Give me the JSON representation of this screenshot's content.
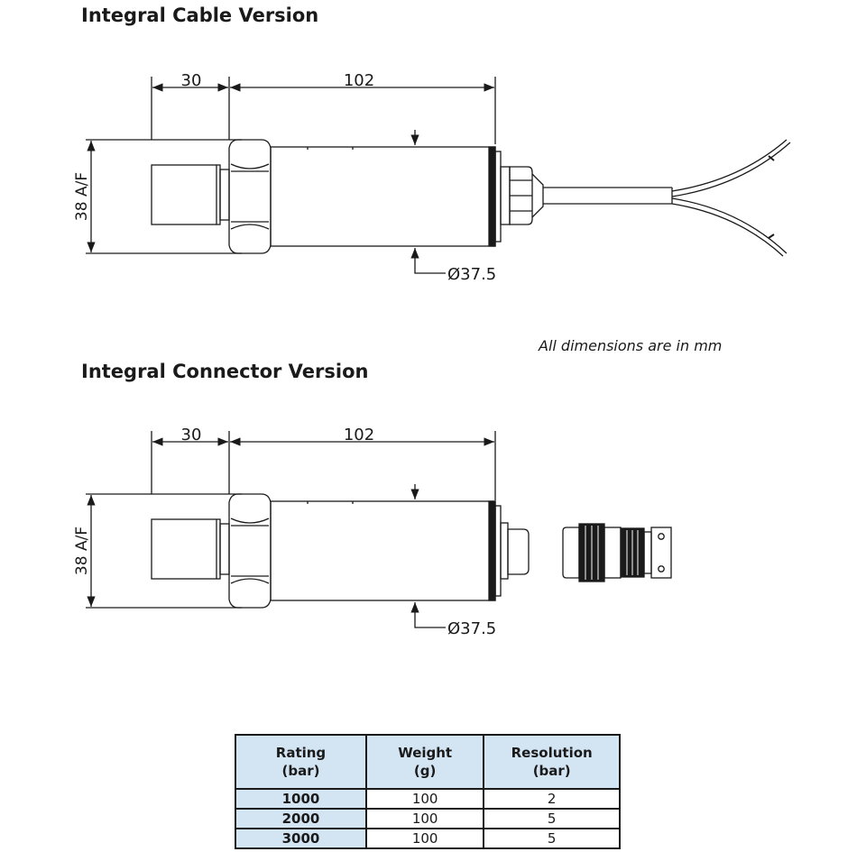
{
  "cable_version": {
    "title": "Integral Cable Version",
    "dim_port_length": "30",
    "dim_body_length": "102",
    "dim_hex": "38 A/F",
    "dim_diameter": "Ø37.5"
  },
  "note": "All dimensions are in mm",
  "connector_version": {
    "title": "Integral Connector Version",
    "dim_port_length": "30",
    "dim_body_length": "102",
    "dim_hex": "38 A/F",
    "dim_diameter": "Ø37.5"
  },
  "spec_table": {
    "headers": [
      {
        "line1": "Rating",
        "line2": "(bar)"
      },
      {
        "line1": "Weight",
        "line2": "(g)"
      },
      {
        "line1": "Resolution",
        "line2": "(bar)"
      }
    ],
    "rows": [
      {
        "rating": "1000",
        "weight": "100",
        "resolution": "2"
      },
      {
        "rating": "2000",
        "weight": "100",
        "resolution": "5"
      },
      {
        "rating": "3000",
        "weight": "100",
        "resolution": "5"
      }
    ]
  },
  "colors": {
    "header_fill": "#d3e4f3",
    "line": "#1a1a1a"
  }
}
